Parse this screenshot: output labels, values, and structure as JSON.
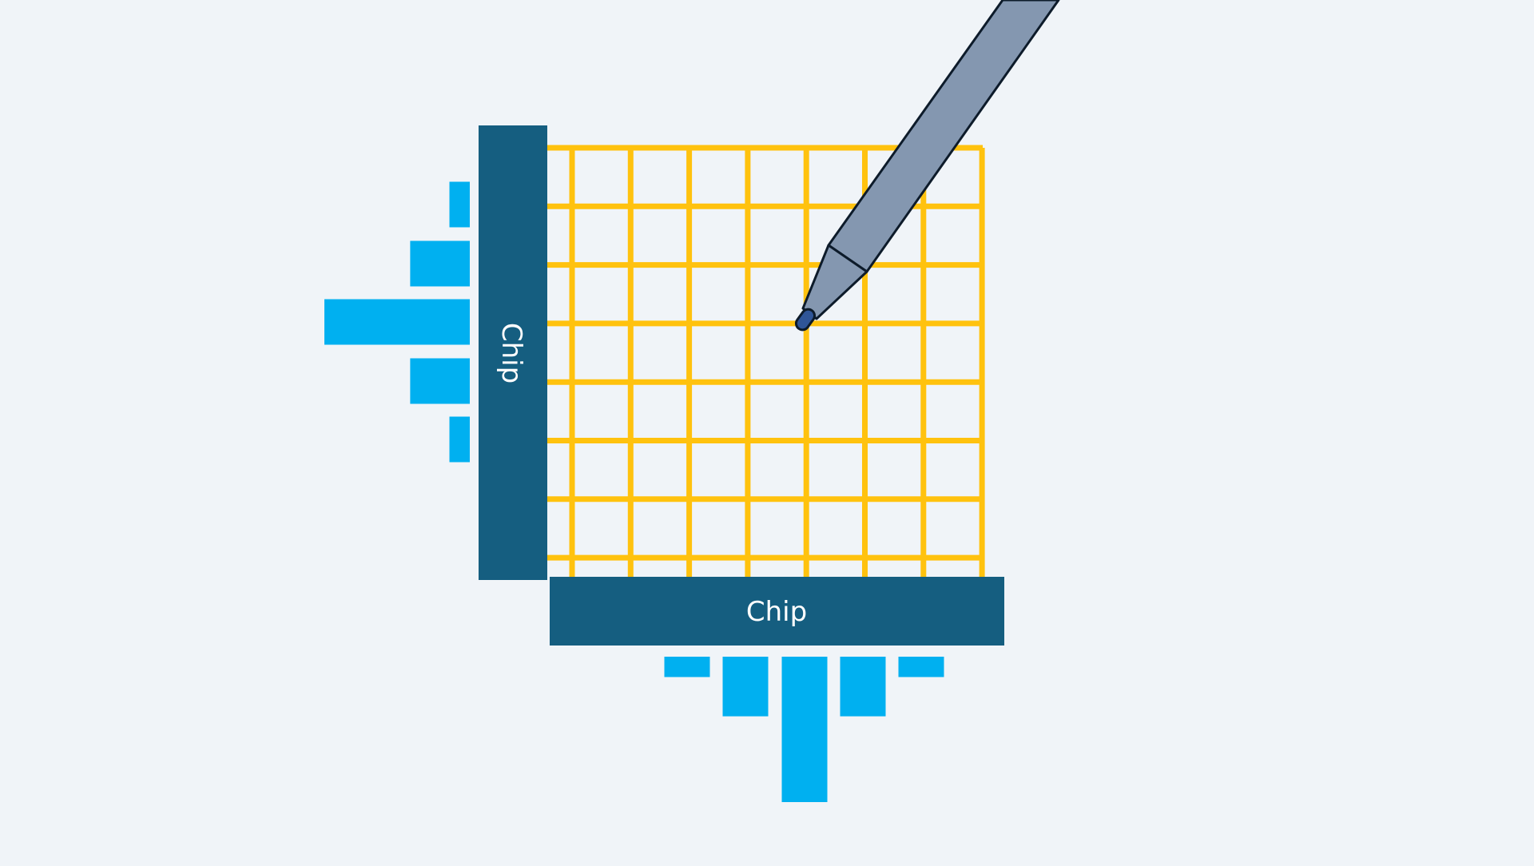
{
  "colors": {
    "background": "#f0f4f8",
    "grid_lines": "#ffc20e",
    "chip": "#155e80",
    "signal_bars": "#00b0f0",
    "stylus_body": "#8497b0",
    "stylus_outline": "#0d1b2a",
    "stylus_tip": "#2f5597",
    "chip_text": "#ffffff"
  },
  "chips": {
    "vertical_label": "Chip",
    "horizontal_label": "Chip"
  },
  "grid": {
    "columns": 8,
    "rows": 8
  },
  "signal_profile": {
    "left_levels": [
      0.14,
      0.41,
      1.0,
      0.41,
      0.14
    ],
    "bottom_levels": [
      0.14,
      0.41,
      1.0,
      0.41,
      0.14
    ]
  },
  "icons": {
    "stylus": "stylus-pen-icon"
  }
}
